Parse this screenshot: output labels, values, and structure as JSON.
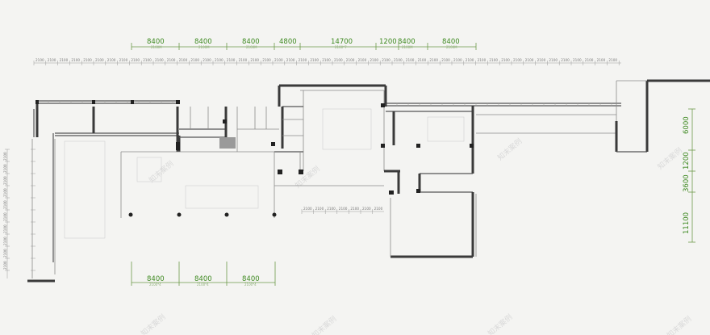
{
  "top_dimensions": [
    {
      "label": "8400",
      "sub": "2100M",
      "x": 0
    },
    {
      "label": "8400",
      "sub": "2100M",
      "x": 1
    },
    {
      "label": "8400",
      "sub": "2100M",
      "x": 2
    },
    {
      "label": "4800",
      "sub": "",
      "x": 3
    },
    {
      "label": "14700",
      "sub": "2100*7",
      "x": 4
    },
    {
      "label": "1200",
      "sub": "",
      "x": 5
    },
    {
      "label": "8400",
      "sub": "2100M",
      "x": 6
    },
    {
      "label": "8400",
      "sub": "2100M",
      "x": 7
    }
  ],
  "bottom_dimensions": [
    {
      "label": "8400",
      "sub": "2100*4"
    },
    {
      "label": "8400",
      "sub": "2100*4"
    },
    {
      "label": "8400",
      "sub": "2100*4"
    }
  ],
  "right_dimensions": [
    {
      "label": "6000"
    },
    {
      "label": "1200"
    },
    {
      "label": "3600"
    },
    {
      "label": "11100"
    }
  ],
  "top_grid_label": "2100",
  "mid_grid_label": "2100",
  "left_grid_label": "2100",
  "watermark_text": "知末案例",
  "colors": {
    "dimension_green": "#3f8a22",
    "wall": "#3a3a3a",
    "background": "#f4f4f2"
  }
}
